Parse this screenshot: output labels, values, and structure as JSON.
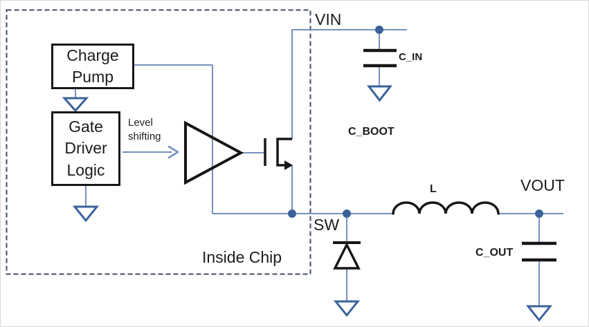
{
  "colors": {
    "wire": "#7591bd",
    "accent": "#3a629b",
    "ink": "#161616",
    "text": "#1c1c1c",
    "boundary": "#3f4c5d"
  },
  "chip": {
    "boundary_label": "Inside Chip",
    "blocks": {
      "charge_pump": "Charge Pump",
      "gate_driver": "Gate Driver Logic"
    },
    "annotations": {
      "level_shifting": "Level shifting"
    }
  },
  "nets": {
    "vin": "VIN",
    "sw": "SW",
    "vout": "VOUT"
  },
  "components": {
    "c_in": "C_IN",
    "c_boot": "C_BOOT",
    "inductor": "L",
    "c_out": "C_OUT"
  }
}
